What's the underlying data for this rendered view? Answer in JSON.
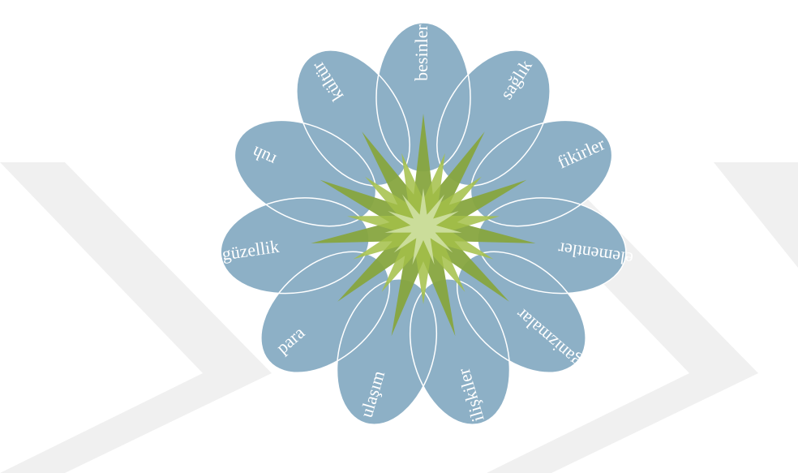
{
  "diagram": {
    "colors": {
      "background": "#ffffff",
      "watermark": "#f0f0f0",
      "petal_fill": "#8db0c6",
      "petal_stroke": "#ffffff",
      "star_outer": "#87a53f",
      "star_mid": "#a3bf48",
      "star_inner": "#cfe0a3"
    },
    "petals": [
      {
        "label": "besinler"
      },
      {
        "label": "sağlık"
      },
      {
        "label": "fikirler"
      },
      {
        "label": "elementler"
      },
      {
        "label": "organizmalar"
      },
      {
        "label": "ilişkiler"
      },
      {
        "label": "ulaşım"
      },
      {
        "label": "para"
      },
      {
        "label": "güzellik"
      },
      {
        "label": "ruh"
      },
      {
        "label": "kültür"
      }
    ]
  }
}
